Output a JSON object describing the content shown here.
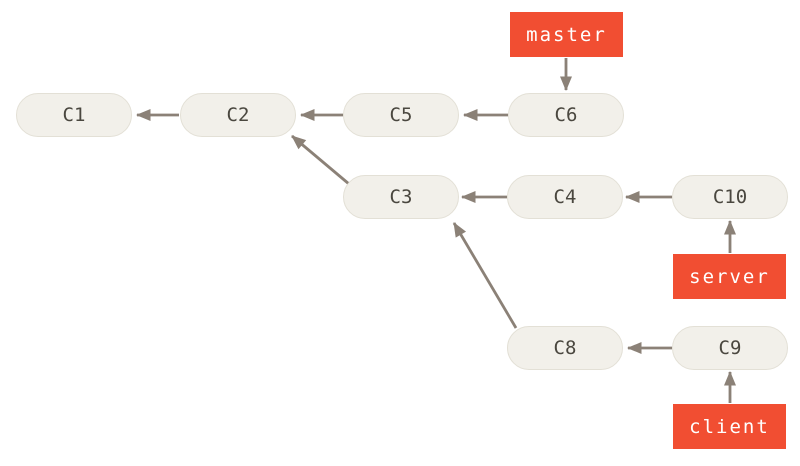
{
  "diagram": {
    "type": "git-commit-graph",
    "colors": {
      "background": "#FFFFFF",
      "commit_fill": "#F2F0EA",
      "commit_border": "#E3E0D6",
      "commit_text": "#4A473F",
      "branch_fill": "#F14E32",
      "branch_text": "#FFFFFF",
      "arrow": "#8B8177"
    },
    "commits": {
      "c1": {
        "label": "C1"
      },
      "c2": {
        "label": "C2"
      },
      "c3": {
        "label": "C3"
      },
      "c4": {
        "label": "C4"
      },
      "c5": {
        "label": "C5"
      },
      "c6": {
        "label": "C6"
      },
      "c8": {
        "label": "C8"
      },
      "c9": {
        "label": "C9"
      },
      "c10": {
        "label": "C10"
      }
    },
    "branches": {
      "master": {
        "label": "master"
      },
      "server": {
        "label": "server"
      },
      "client": {
        "label": "client"
      }
    },
    "edges": [
      {
        "from": "C2",
        "to": "C1"
      },
      {
        "from": "C5",
        "to": "C2"
      },
      {
        "from": "C6",
        "to": "C5"
      },
      {
        "from": "C3",
        "to": "C2"
      },
      {
        "from": "C4",
        "to": "C3"
      },
      {
        "from": "C10",
        "to": "C4"
      },
      {
        "from": "C8",
        "to": "C3"
      },
      {
        "from": "C9",
        "to": "C8"
      },
      {
        "from": "master",
        "to": "C6"
      },
      {
        "from": "server",
        "to": "C10"
      },
      {
        "from": "client",
        "to": "C9"
      }
    ]
  }
}
